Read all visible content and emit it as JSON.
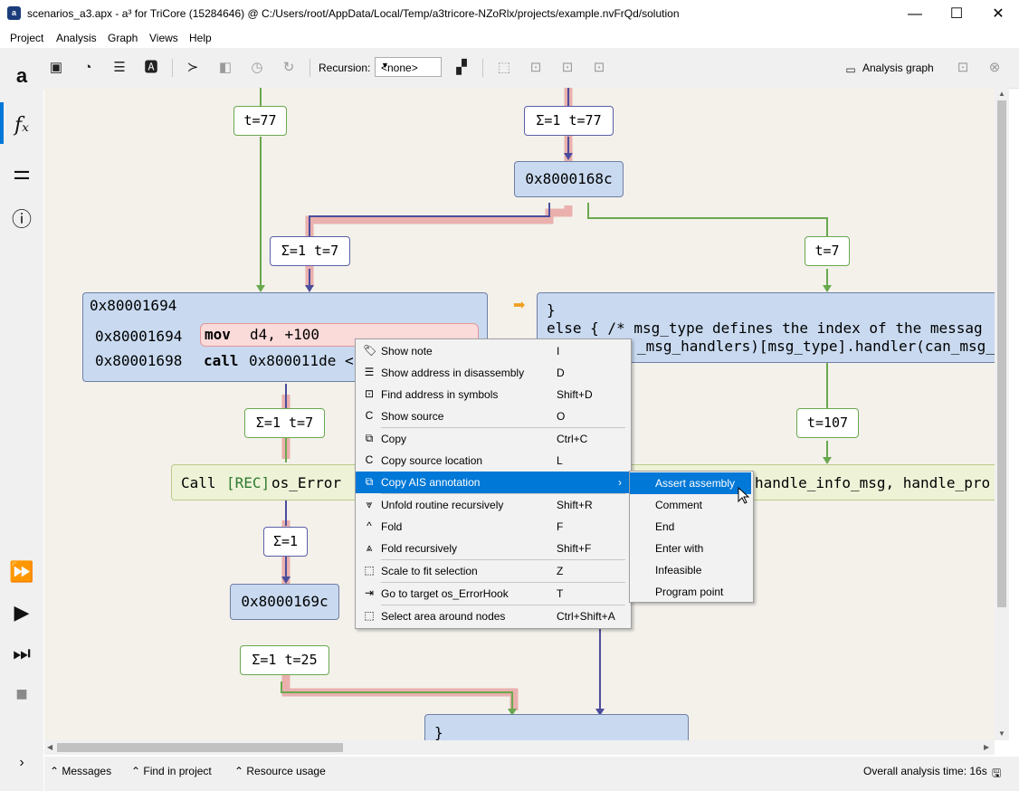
{
  "window": {
    "title": "scenarios_a3.apx - a³ for TriCore (15284646) @ C:/Users/root/AppData/Local/Temp/a3tricore-NZoRlx/projects/example.nvFrQd/solution",
    "minimize": "—",
    "maximize": "☐",
    "close": "✕"
  },
  "menubar": [
    "Project",
    "Analysis",
    "Graph",
    "Views",
    "Help"
  ],
  "toolbar": {
    "recursion_label": "Recursion:",
    "recursion_value": "<none>",
    "analysis_graph_label": "Analysis graph"
  },
  "graph": {
    "edge_labels": [
      "t=77",
      "Σ=1 t=77",
      "Σ=1 t=7",
      "t=7",
      "Σ=1 t=7",
      "t=107",
      "Σ=1",
      "Σ=1 t=25"
    ],
    "nodes": {
      "top_addr": "0x8000168c",
      "block_addr": "0x80001694",
      "row1_addr": "0x80001694",
      "row1_mnemonic": "mov",
      "row1_operands": "d4, +100",
      "row2_addr": "0x80001698",
      "row2_mnemonic": "call",
      "row2_operands": "0x800011de <",
      "source_line1": "}",
      "source_line2": "else { /* msg_type defines the index of the messag",
      "source_line3": "_msg_handlers)[msg_type].handler(can_msg_",
      "call_text_prefix": "Call ",
      "call_text_rec": "[REC]",
      "call_text_name": " os_Error",
      "call_text_right": "handle_info_msg, handle_pro",
      "mid_addr": "0x8000169c",
      "bottom_text": "}"
    }
  },
  "context_menu": {
    "items": [
      {
        "label": "Show note",
        "shortcut": "I",
        "icon": "tag-icon"
      },
      {
        "label": "Show address in disassembly",
        "shortcut": "D",
        "icon": "disassembly-icon"
      },
      {
        "label": "Find address in symbols",
        "shortcut": "Shift+D",
        "icon": "find-symbols-icon"
      },
      {
        "label": "Show source",
        "shortcut": "O",
        "icon": "source-icon"
      },
      {
        "label": "Copy",
        "shortcut": "Ctrl+C",
        "icon": "copy-icon"
      },
      {
        "label": "Copy source location",
        "shortcut": "L",
        "icon": "copy-source-icon"
      },
      {
        "label": "Copy AIS annotation",
        "shortcut": "",
        "icon": "copy-ais-icon"
      },
      {
        "label": "Unfold routine recursively",
        "shortcut": "Shift+R",
        "icon": "unfold-icon"
      },
      {
        "label": "Fold",
        "shortcut": "F",
        "icon": "fold-icon"
      },
      {
        "label": "Fold recursively",
        "shortcut": "Shift+F",
        "icon": "fold-recursive-icon"
      },
      {
        "label": "Scale to fit selection",
        "shortcut": "Z",
        "icon": "scale-fit-icon"
      },
      {
        "label": "Go to target os_ErrorHook",
        "shortcut": "T",
        "icon": "goto-target-icon"
      },
      {
        "label": "Select area around nodes",
        "shortcut": "Ctrl+Shift+A",
        "icon": "select-area-icon"
      }
    ],
    "submenu": [
      "Assert assembly",
      "Comment",
      "End",
      "Enter with",
      "Infeasible",
      "Program point"
    ]
  },
  "statusbar": {
    "messages": "Messages",
    "find_in_project": "Find in project",
    "resource_usage": "Resource usage",
    "analysis_time": "Overall analysis time: 16s"
  },
  "colors": {
    "accent": "#0078d7",
    "node_fill": "#c9daf0",
    "edge_green": "#6aa84f",
    "edge_blue": "#4b4d9c",
    "edge_highlight": "#e8a0a0"
  }
}
